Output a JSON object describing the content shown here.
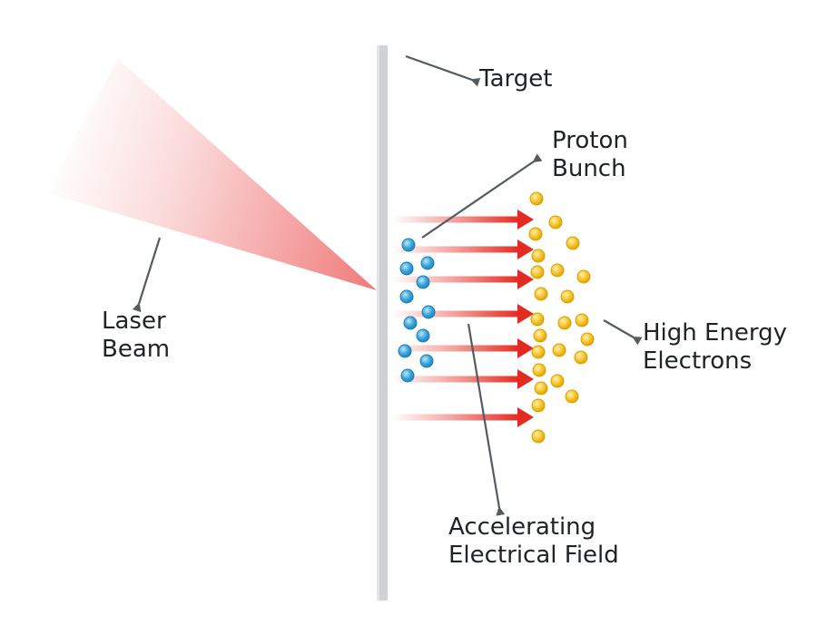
{
  "labels": {
    "target": "Target",
    "proton_bunch": [
      "Proton",
      "Bunch"
    ],
    "laser_beam": [
      "Laser",
      "Beam"
    ],
    "high_energy_electrons": [
      "High Energy",
      "Electrons"
    ],
    "accelerating_field": [
      "Accelerating",
      "Electrical Field"
    ]
  },
  "colors": {
    "target_plate": "#cfd1d3",
    "laser_beam": "#ef6b6b",
    "field_arrow": "#e32b22",
    "proton": "#3aa6dc",
    "electron": "#f7c42a",
    "pointer": "#555b60",
    "text": "#1f2326"
  }
}
